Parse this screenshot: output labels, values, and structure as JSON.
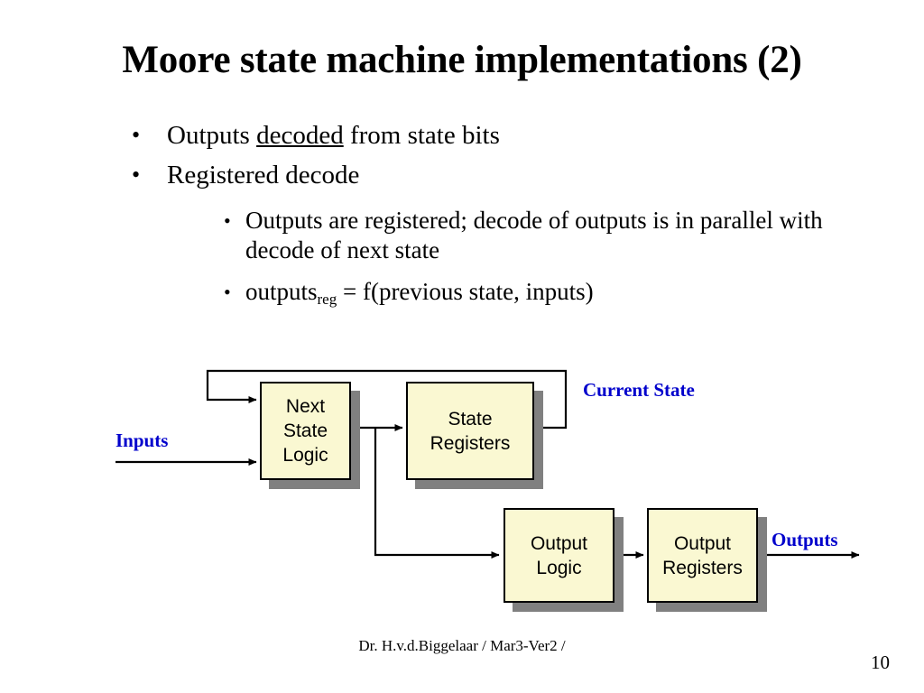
{
  "slide": {
    "title": "Moore state machine implementations (2)",
    "page_number": "10",
    "footer": "Dr. H.v.d.Biggelaar / Mar3-Ver2 /"
  },
  "bullets": {
    "marker_level1": "•",
    "marker_level2": "•",
    "items": [
      {
        "prefix": "Outputs ",
        "underlined": "decoded",
        "suffix": " from state bits"
      },
      {
        "prefix": "Registered decode",
        "underlined": "",
        "suffix": ""
      }
    ],
    "sub_items": [
      {
        "text": "Outputs are registered; decode of outputs is in parallel with decode of next state"
      },
      {
        "base": "outputs",
        "sub": "reg",
        "rest": " = f(previous state, inputs)"
      }
    ]
  },
  "diagram": {
    "colors": {
      "box_fill": "#FAF8D2",
      "box_border": "#000000",
      "shadow": "#808080",
      "label": "#0000CC",
      "wire": "#000000"
    },
    "boxes": [
      {
        "id": "next-state-logic",
        "lines": [
          "Next",
          "State",
          "Logic"
        ]
      },
      {
        "id": "state-registers",
        "lines": [
          "State",
          "Registers"
        ]
      },
      {
        "id": "output-logic",
        "lines": [
          "Output",
          "Logic"
        ]
      },
      {
        "id": "output-registers",
        "lines": [
          "Output",
          "Registers"
        ]
      }
    ],
    "labels": [
      {
        "id": "inputs-label",
        "text": "Inputs"
      },
      {
        "id": "current-state-label",
        "text": "Current State"
      },
      {
        "id": "outputs-label",
        "text": "Outputs"
      }
    ]
  }
}
